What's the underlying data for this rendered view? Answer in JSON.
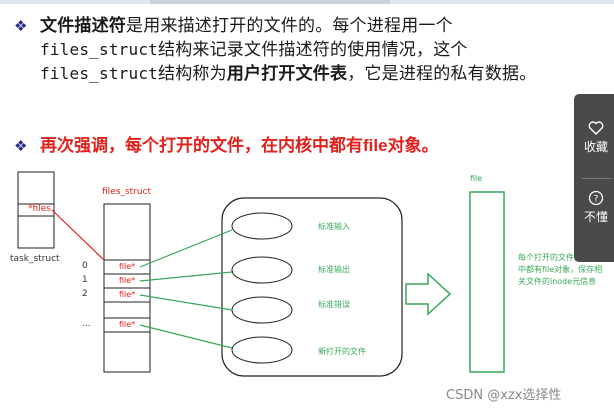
{
  "text": {
    "p1_bold1": "文件描述符",
    "p1_part1": "是用来描述打开的文件的。每个进程用一个",
    "p1_mono1": "files_struct",
    "p1_part2": "结构来记录文件描述符的使用情况，这个",
    "p1_mono2": "files_struct",
    "p1_part3": "结构称为",
    "p1_bold2": "用户打开文件表",
    "p1_part4": "，它是进程的私有数据。",
    "p2_part1": "再次强调，每个打开的文件，在内核中都有",
    "p2_bold": "file",
    "p2_part2": "对象。"
  },
  "diagram": {
    "task_struct_label": "task_struct",
    "files_ptr_label": "*files",
    "files_struct_label": "files_struct",
    "fd_indices": [
      "0",
      "1",
      "2",
      "..."
    ],
    "fd_entries": [
      "file*",
      "file*",
      "file*",
      "file*"
    ],
    "ellipses": [
      "标准输入",
      "标准输出",
      "标准错误",
      "新打开的文件"
    ],
    "file_label": "file",
    "note": "每个打开的文件，在内核中都有file对象，保存相关文件的inode元信息"
  },
  "sidebar": {
    "favorite_label": "收藏",
    "confused_label": "不懂"
  },
  "watermark": "CSDN @xzx选择性",
  "colors": {
    "accent_red": "#e3211c",
    "green": "#3aa85a",
    "bullet_blue": "#2b2b8c",
    "sidebar_bg": "#4a4a4a"
  }
}
